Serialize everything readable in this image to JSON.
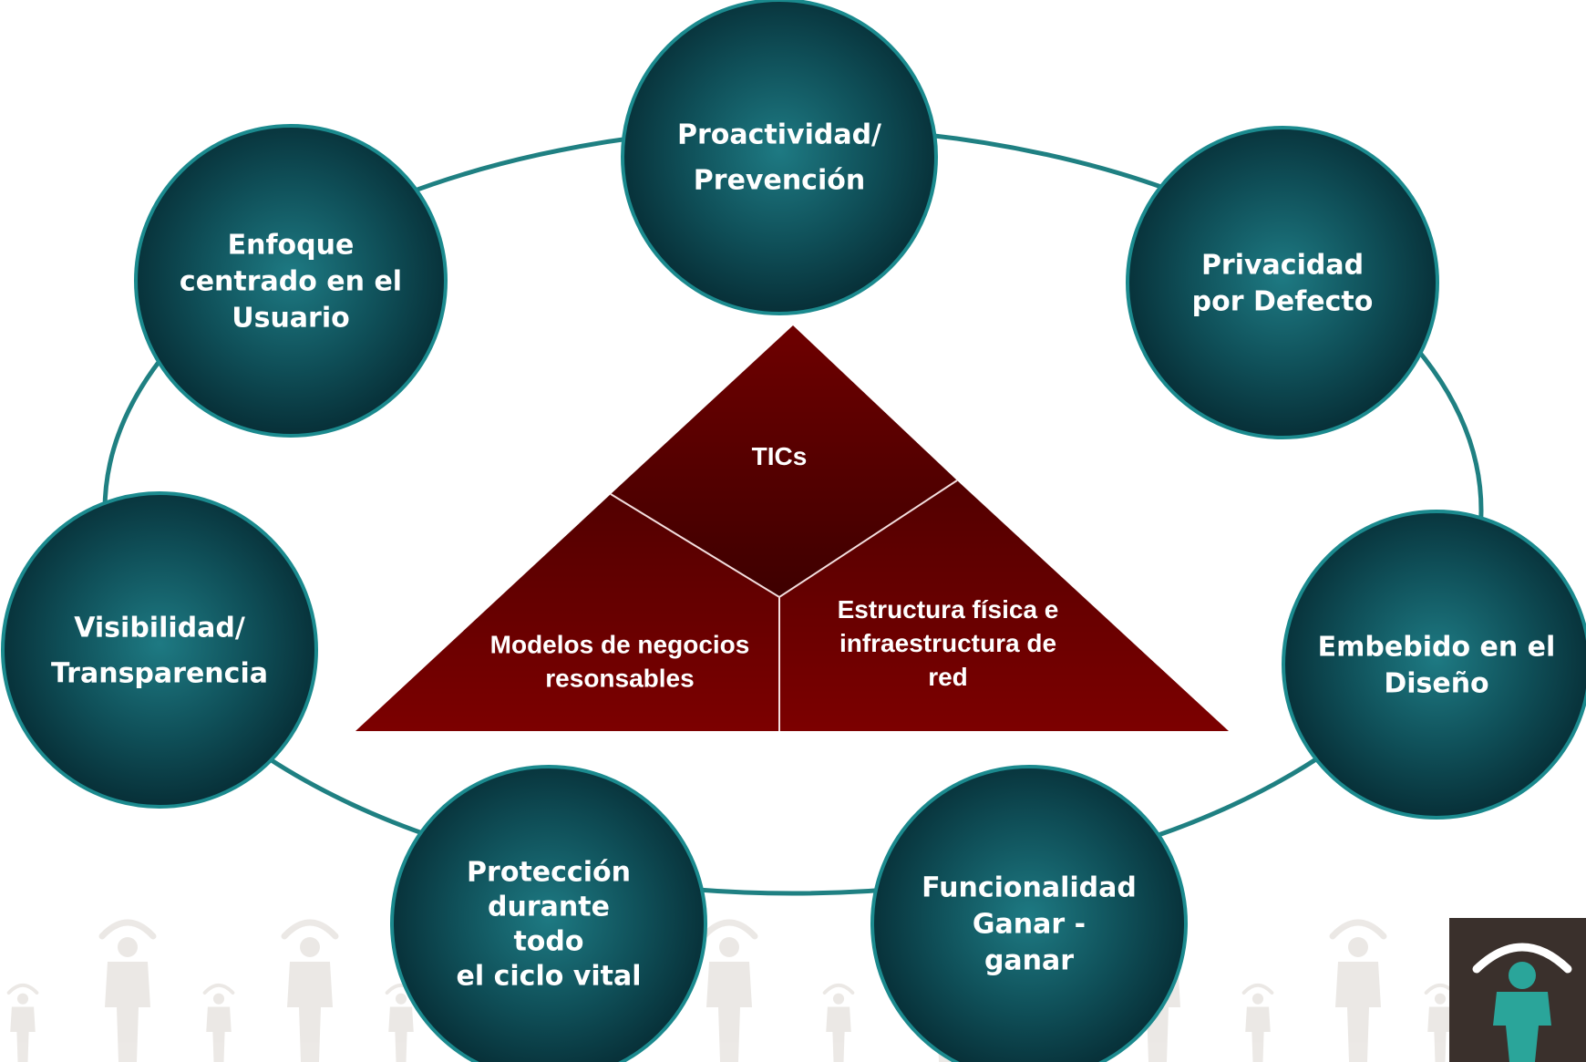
{
  "principles": [
    {
      "id": "proactividad",
      "lines": [
        {
          "text": "Proactividad/"
        },
        {
          "text": "Prevención"
        }
      ]
    },
    {
      "id": "privacidad",
      "lines": [
        {
          "text": "Privacidad"
        },
        {
          "text": "por Defecto"
        }
      ]
    },
    {
      "id": "embebido",
      "lines": [
        {
          "text": "Embebido en el",
          "style": "normal"
        },
        {
          "text": "Diseño"
        }
      ]
    },
    {
      "id": "funcionalidad",
      "lines": [
        {
          "text": "Funcionalidad"
        },
        {
          "text": "Ganar -"
        },
        {
          "text": "ganar"
        }
      ]
    },
    {
      "id": "proteccion",
      "lines": [
        {
          "text": "Protección"
        },
        {
          "text": "durante"
        },
        {
          "text": "todo"
        },
        {
          "text": "el ciclo vital"
        }
      ]
    },
    {
      "id": "visibilidad",
      "lines": [
        {
          "text": "Visibilidad/"
        },
        {
          "text": "Transparencia"
        }
      ]
    },
    {
      "id": "enfoque",
      "lines": [
        {
          "text": "Enfoque"
        },
        {
          "text": "centrado en el"
        },
        {
          "text": "Usuario"
        }
      ]
    }
  ],
  "pyramid": {
    "top": [
      "TICs"
    ],
    "left": [
      "Modelos de negocios",
      "resonsables"
    ],
    "right": [
      "Estructura física e",
      "infraestructura de",
      "red"
    ]
  },
  "colors": {
    "circle_center": "#1e7a83",
    "circle_edge": "#062b33",
    "circle_border": "#1b8a8e",
    "ring": "#1f8082",
    "pyramid_light": "#7f0000",
    "pyramid_dark": "#4a0000",
    "background_figure": "#c8c0b6",
    "logo_bg": "#3a302c",
    "logo_figure": "#2aa59a"
  },
  "icons": {
    "background": "person-under-umbrella-icon",
    "logo": "logo-icon"
  }
}
